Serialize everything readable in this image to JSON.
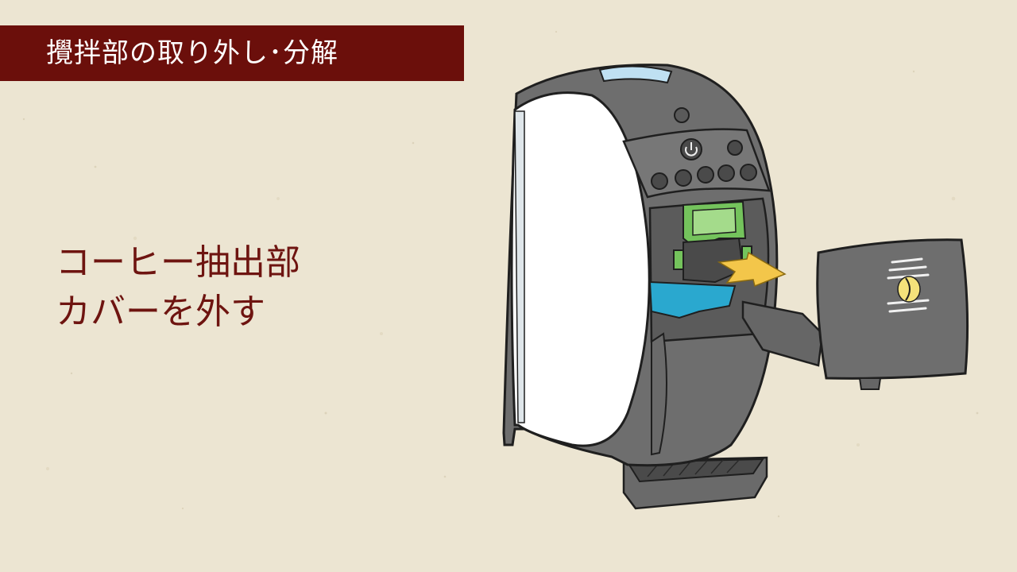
{
  "title": "攪拌部の取り外し･分解",
  "caption": {
    "line1": "コーヒー抽出部",
    "line2": "カバーを外す"
  },
  "colors": {
    "background": "#ece5d2",
    "title_bar": "#6b0f0b",
    "title_text": "#ffffff",
    "caption_text": "#6e1410",
    "machine_body": "#6e6e6e",
    "machine_front": "#ffffff",
    "accent_blue": "#2aa8cf",
    "accent_green": "#74c35c",
    "arrow": "#f3c64a"
  },
  "icons": [
    "power-icon",
    "steam-icon",
    "milk-icon",
    "cup-icon",
    "cup-icon",
    "cup-icon",
    "settings-icon",
    "coffee-bean-logo-icon"
  ]
}
